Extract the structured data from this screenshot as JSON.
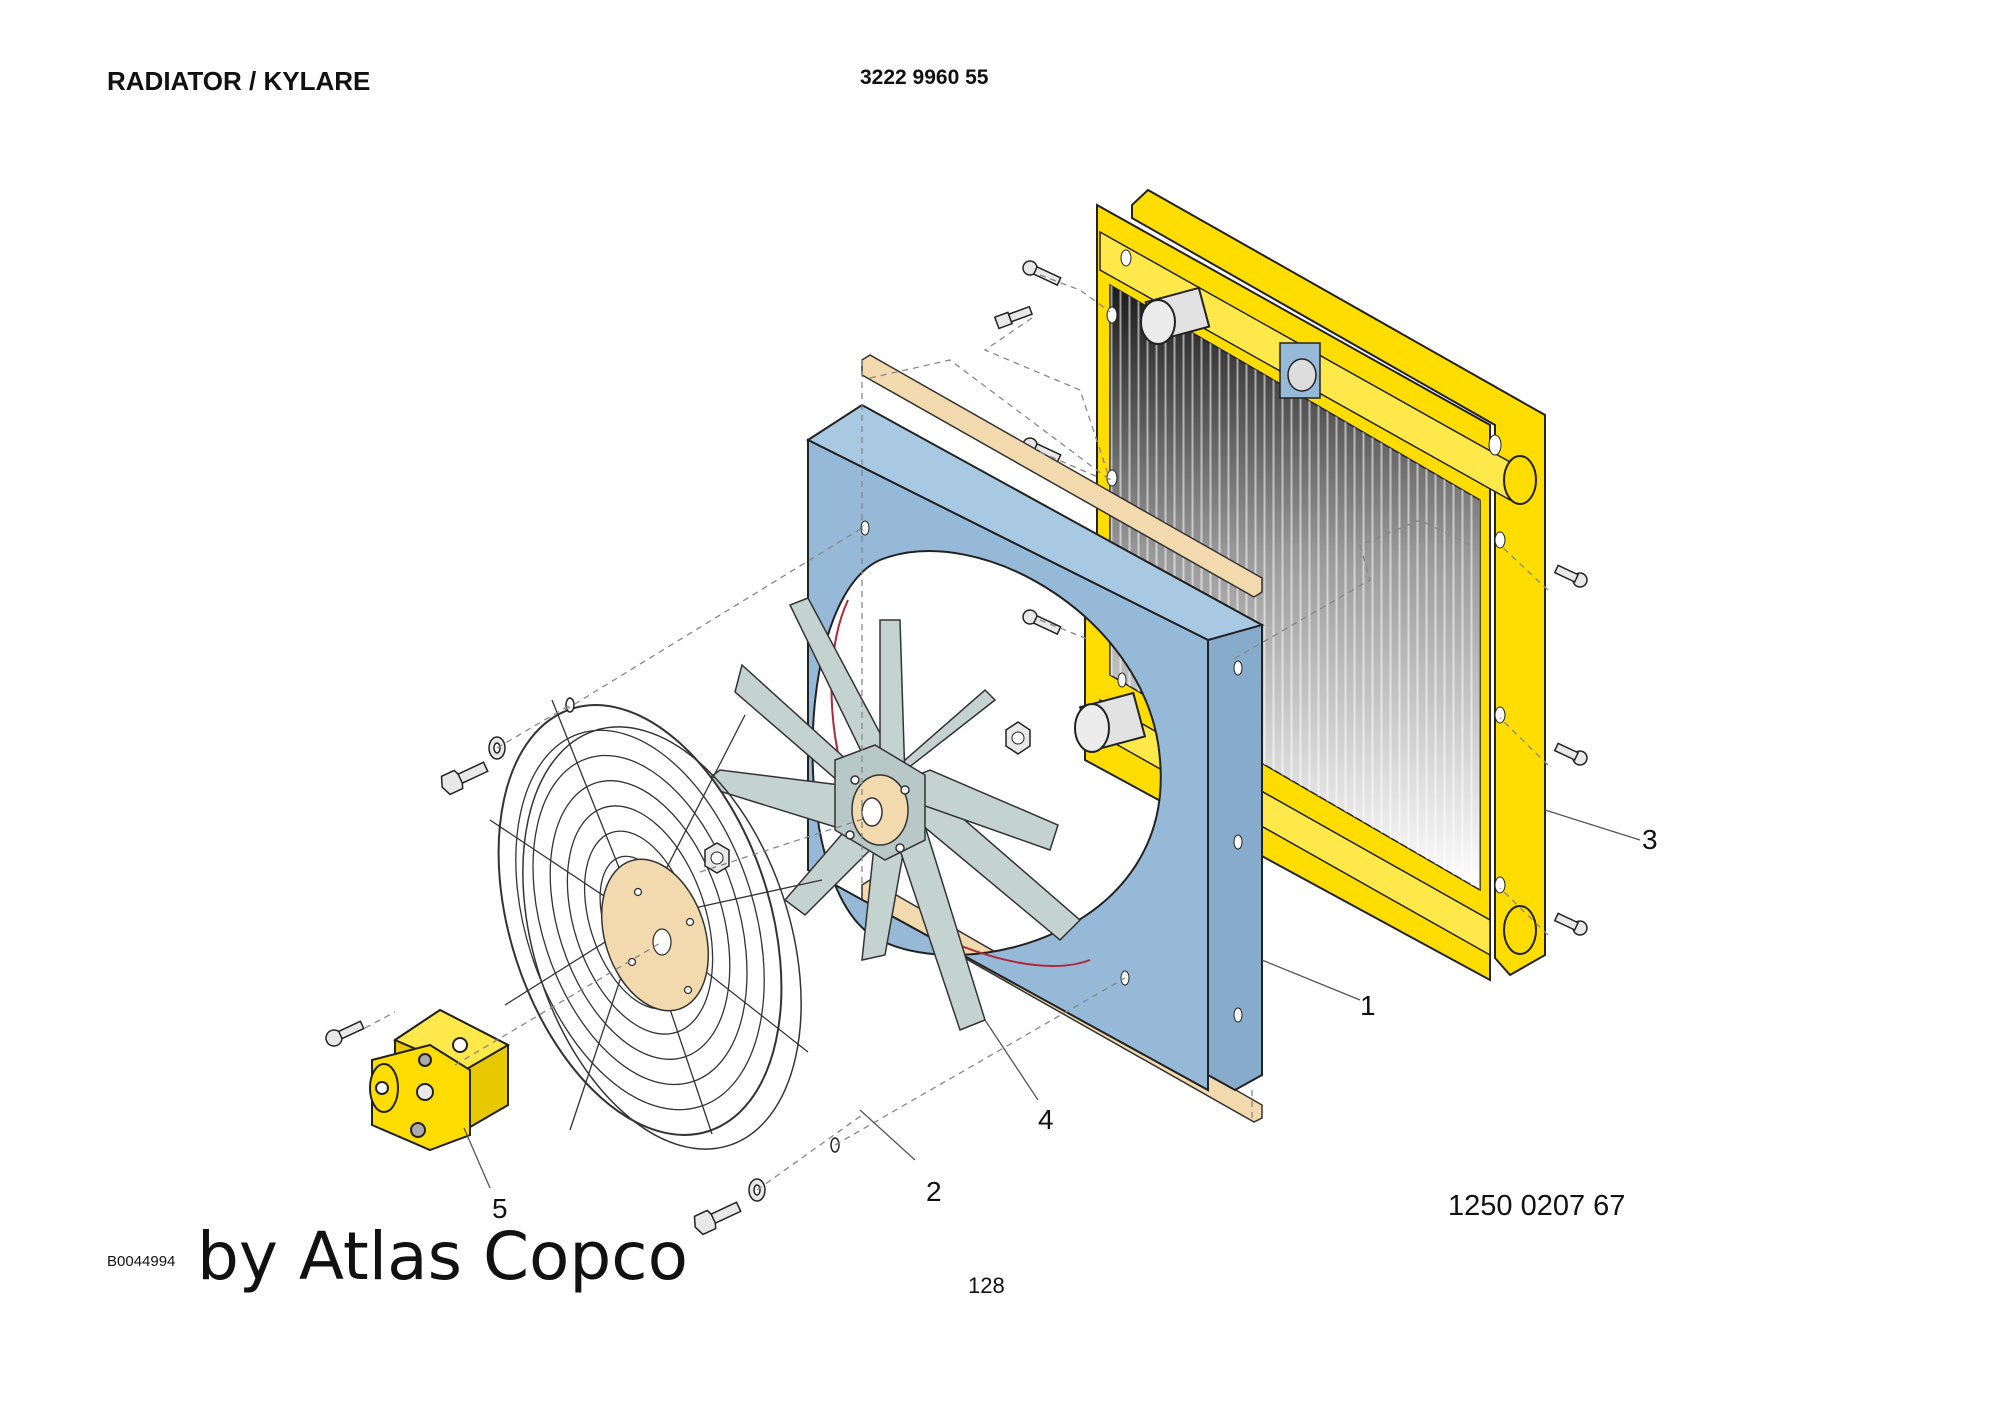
{
  "header": {
    "title": "RADIATOR / KYLARE",
    "part_number": "3222 9960 55"
  },
  "diagram": {
    "callouts": [
      {
        "label": "1"
      },
      {
        "label": "2"
      },
      {
        "label": "3"
      },
      {
        "label": "4"
      },
      {
        "label": "5"
      }
    ],
    "assembly_number": "1250 0207 67",
    "figure_code": "B0044994"
  },
  "footer": {
    "watermark": "by Atlas Copco",
    "page_number": "128"
  },
  "colors": {
    "radiator_frame": "#FFDD00",
    "shroud": "#96B9D8",
    "fan_blades": "#C4D2D0",
    "motor": "#FFDD00",
    "seal_strip": "#F2D9AE"
  }
}
